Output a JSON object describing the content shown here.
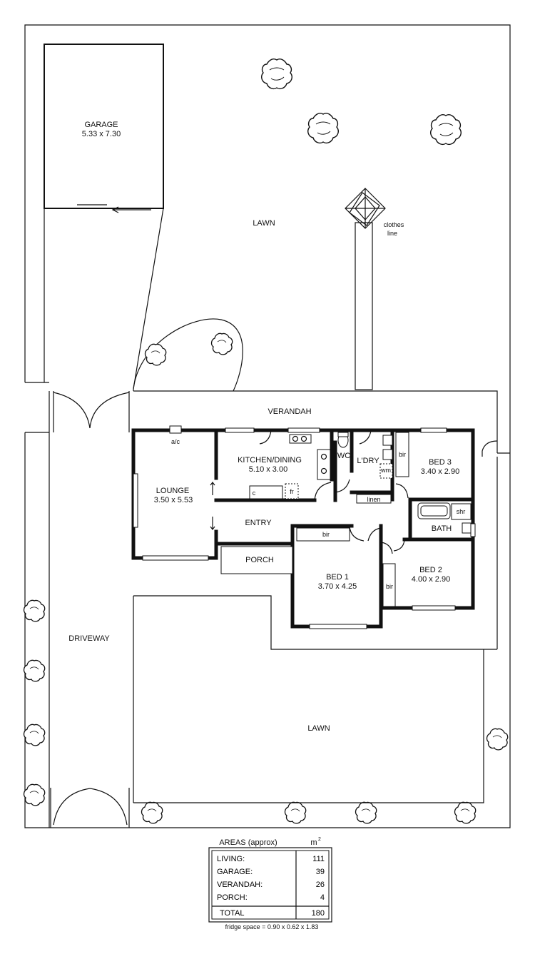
{
  "rooms": {
    "garage": {
      "name": "GARAGE",
      "size": "5.33 x 7.30"
    },
    "lawn_back": "LAWN",
    "clothes_line": [
      "clothes",
      "line"
    ],
    "verandah": "VERANDAH",
    "ac": "a/c",
    "kitchen": {
      "name": "KITCHEN/DINING",
      "size": "5.10 x 3.00"
    },
    "wc": "WC",
    "laundry": "L'DRY",
    "wm": "wm",
    "linen": "linen",
    "bir": "bir",
    "bed3": {
      "name": "BED 3",
      "size": "3.40 x 2.90"
    },
    "shr": "shr",
    "bath": "BATH",
    "lounge": {
      "name": "LOUNGE",
      "size": "3.50 x 5.53"
    },
    "cooktop": "c",
    "fridge": "fr",
    "entry": "ENTRY",
    "porch": "PORCH",
    "bed1": {
      "name": "BED 1",
      "size": "3.70 x 4.25"
    },
    "bed2": {
      "name": "BED 2",
      "size": "4.00 x 2.90"
    },
    "driveway": "DRIVEWAY",
    "lawn_front": "LAWN"
  },
  "areas": {
    "title": "AREAS (approx)",
    "unit": "m",
    "unit_sup": "2",
    "rows": [
      {
        "label": "LIVING:",
        "value": "111"
      },
      {
        "label": "GARAGE:",
        "value": "39"
      },
      {
        "label": "VERANDAH:",
        "value": "26"
      },
      {
        "label": "PORCH:",
        "value": "4"
      }
    ],
    "total": {
      "label": "TOTAL",
      "value": "180"
    }
  },
  "footnote": "fridge space = 0.90 x 0.62 x 1.83"
}
